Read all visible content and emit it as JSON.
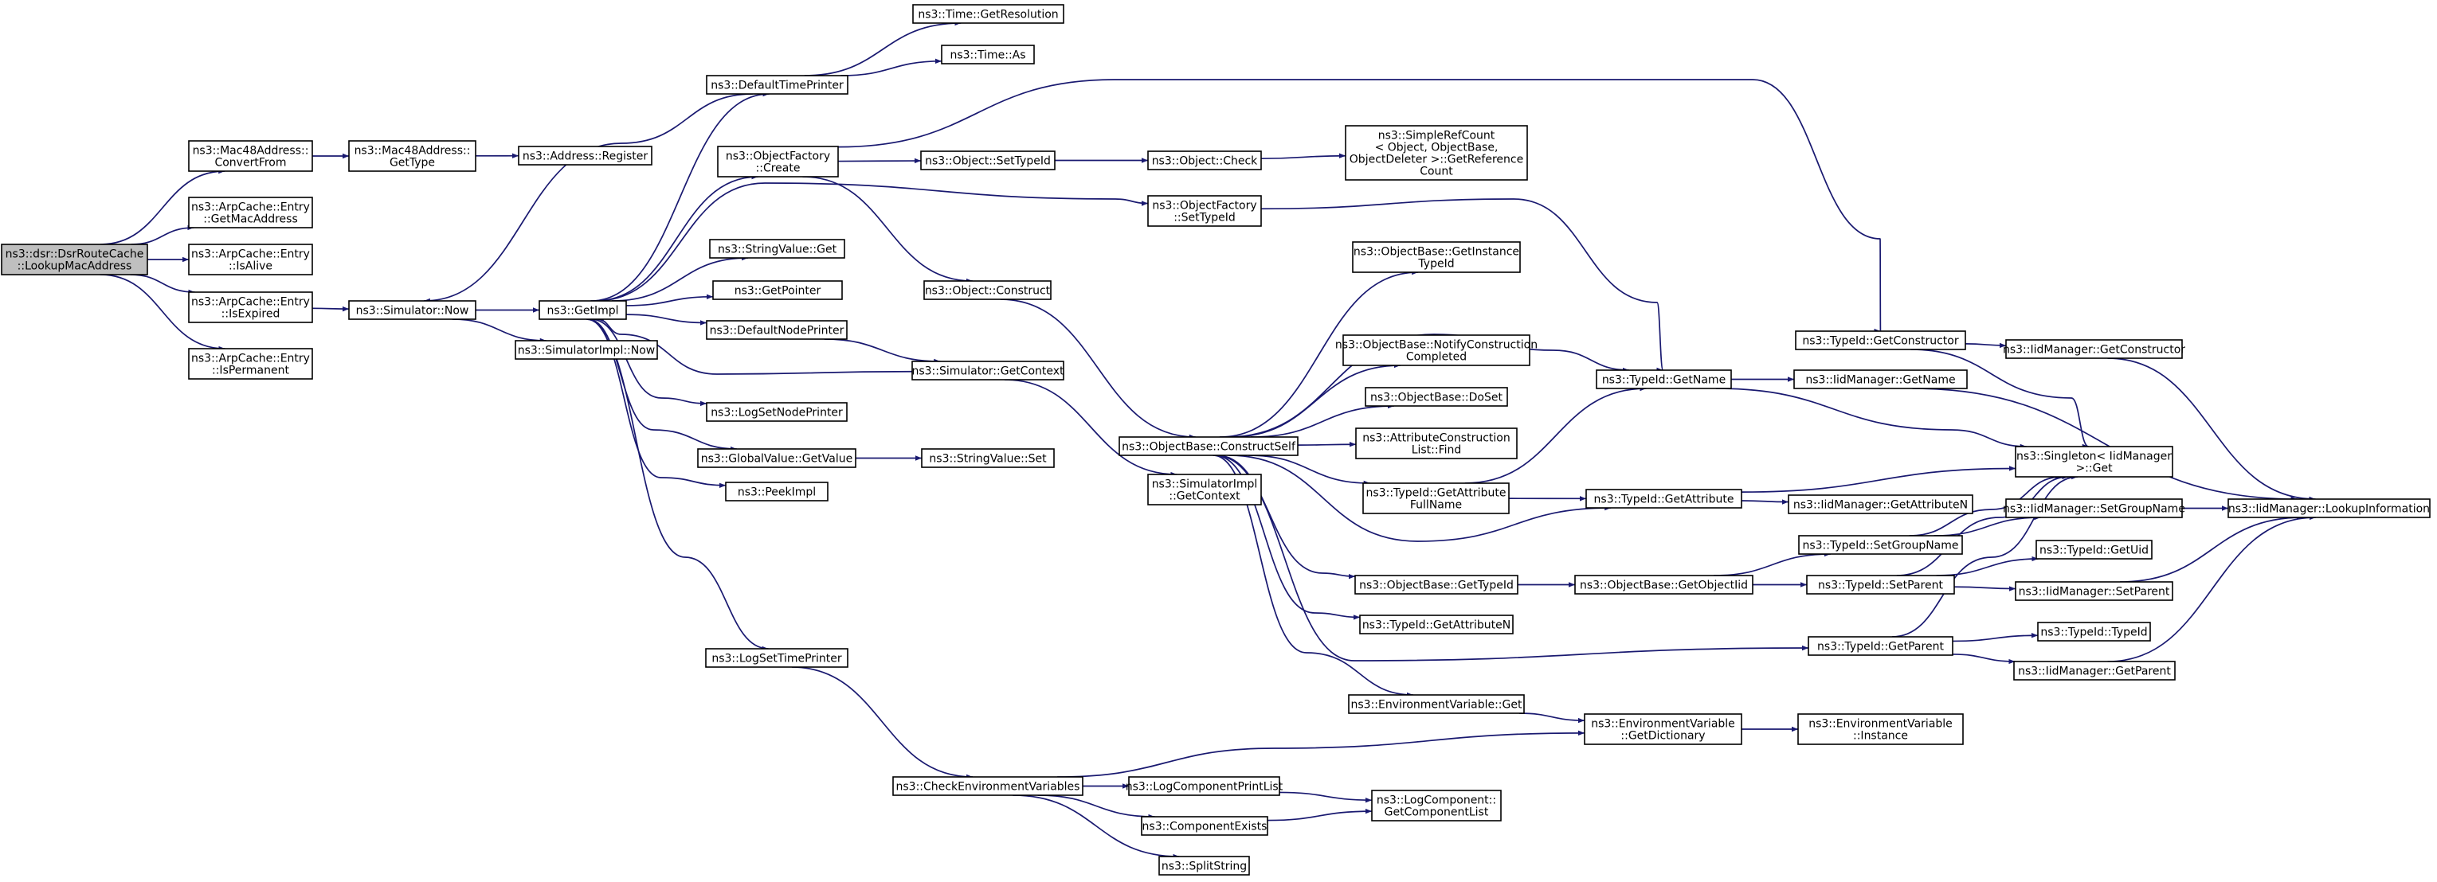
{
  "colors": {
    "edge": "#191970",
    "node_fill": "#ffffff",
    "root_fill": "#bfbfbf",
    "node_stroke": "#000000"
  },
  "nodes": [
    {
      "id": "root",
      "lines": [
        "ns3::dsr::DsrRouteCache",
        "::LookupMacAddress"
      ],
      "root": true
    },
    {
      "id": "mac48conv",
      "lines": [
        "ns3::Mac48Address::",
        "ConvertFrom"
      ]
    },
    {
      "id": "arp_getmac",
      "lines": [
        "ns3::ArpCache::Entry",
        "::GetMacAddress"
      ]
    },
    {
      "id": "arp_isalive",
      "lines": [
        "ns3::ArpCache::Entry",
        "::IsAlive"
      ]
    },
    {
      "id": "arp_isexpired",
      "lines": [
        "ns3::ArpCache::Entry",
        "::IsExpired"
      ]
    },
    {
      "id": "arp_isperm",
      "lines": [
        "ns3::ArpCache::Entry",
        "::IsPermanent"
      ]
    },
    {
      "id": "mac48type",
      "lines": [
        "ns3::Mac48Address::",
        "GetType"
      ]
    },
    {
      "id": "addr_reg",
      "lines": [
        "ns3::Address::Register"
      ]
    },
    {
      "id": "sim_now",
      "lines": [
        "ns3::Simulator::Now"
      ]
    },
    {
      "id": "getimpl",
      "lines": [
        "ns3::GetImpl"
      ]
    },
    {
      "id": "simimpl_now",
      "lines": [
        "ns3::SimulatorImpl::Now"
      ]
    },
    {
      "id": "deftimeprinter",
      "lines": [
        "ns3::DefaultTimePrinter"
      ]
    },
    {
      "id": "time_getres",
      "lines": [
        "ns3::Time::GetResolution"
      ]
    },
    {
      "id": "time_as",
      "lines": [
        "ns3::Time::As"
      ]
    },
    {
      "id": "objfact_create",
      "lines": [
        "ns3::ObjectFactory",
        "::Create"
      ]
    },
    {
      "id": "strval_get",
      "lines": [
        "ns3::StringValue::Get"
      ]
    },
    {
      "id": "getpointer",
      "lines": [
        "ns3::GetPointer"
      ]
    },
    {
      "id": "defnodeprinter",
      "lines": [
        "ns3::DefaultNodePrinter"
      ]
    },
    {
      "id": "logsetnode",
      "lines": [
        "ns3::LogSetNodePrinter"
      ]
    },
    {
      "id": "globalval_get",
      "lines": [
        "ns3::GlobalValue::GetValue"
      ]
    },
    {
      "id": "peekimpl",
      "lines": [
        "ns3::PeekImpl"
      ]
    },
    {
      "id": "logsettime",
      "lines": [
        "ns3::LogSetTimePrinter"
      ]
    },
    {
      "id": "obj_settid",
      "lines": [
        "ns3::Object::SetTypeId"
      ]
    },
    {
      "id": "obj_check",
      "lines": [
        "ns3::Object::Check"
      ]
    },
    {
      "id": "simplerefcount",
      "lines": [
        "ns3::SimpleRefCount",
        "< Object, ObjectBase,",
        "ObjectDeleter >::GetReference",
        "Count"
      ]
    },
    {
      "id": "objfact_settid",
      "lines": [
        "ns3::ObjectFactory",
        "::SetTypeId"
      ]
    },
    {
      "id": "obj_construct",
      "lines": [
        "ns3::Object::Construct"
      ]
    },
    {
      "id": "sim_getctx",
      "lines": [
        "ns3::Simulator::GetContext"
      ]
    },
    {
      "id": "strval_set",
      "lines": [
        "ns3::StringValue::Set"
      ]
    },
    {
      "id": "simimpl_getctx",
      "lines": [
        "ns3::SimulatorImpl",
        "::GetContext"
      ]
    },
    {
      "id": "checkenv",
      "lines": [
        "ns3::CheckEnvironmentVariables"
      ]
    },
    {
      "id": "logcompprint",
      "lines": [
        "ns3::LogComponentPrintList"
      ]
    },
    {
      "id": "compexists",
      "lines": [
        "ns3::ComponentExists"
      ]
    },
    {
      "id": "splitstring",
      "lines": [
        "ns3::SplitString"
      ]
    },
    {
      "id": "constructself",
      "lines": [
        "ns3::ObjectBase::ConstructSelf"
      ]
    },
    {
      "id": "getinstancetid",
      "lines": [
        "ns3::ObjectBase::GetInstance",
        "TypeId"
      ]
    },
    {
      "id": "notifyconstr",
      "lines": [
        "ns3::ObjectBase::NotifyConstruction",
        "Completed"
      ]
    },
    {
      "id": "doset",
      "lines": [
        "ns3::ObjectBase::DoSet"
      ]
    },
    {
      "id": "attrconstrfind",
      "lines": [
        "ns3::AttributeConstruction",
        "List::Find"
      ]
    },
    {
      "id": "tid_getattrfull",
      "lines": [
        "ns3::TypeId::GetAttribute",
        "FullName"
      ]
    },
    {
      "id": "ob_gettid",
      "lines": [
        "ns3::ObjectBase::GetTypeId"
      ]
    },
    {
      "id": "tid_getattrn",
      "lines": [
        "ns3::TypeId::GetAttributeN"
      ]
    },
    {
      "id": "envvar_get",
      "lines": [
        "ns3::EnvironmentVariable::Get"
      ]
    },
    {
      "id": "logcomp_getlist",
      "lines": [
        "ns3::LogComponent::",
        "GetComponentList"
      ]
    },
    {
      "id": "tid_getname",
      "lines": [
        "ns3::TypeId::GetName"
      ]
    },
    {
      "id": "tid_getattr",
      "lines": [
        "ns3::TypeId::GetAttribute"
      ]
    },
    {
      "id": "ob_getobjtid",
      "lines": [
        "ns3::ObjectBase::GetObjectIid"
      ]
    },
    {
      "id": "envvar_getdict",
      "lines": [
        "ns3::EnvironmentVariable",
        "::GetDictionary"
      ]
    },
    {
      "id": "tid_getctor",
      "lines": [
        "ns3::TypeId::GetConstructor"
      ]
    },
    {
      "id": "iid_getname",
      "lines": [
        "ns3::IidManager::GetName"
      ]
    },
    {
      "id": "iid_getattrn",
      "lines": [
        "ns3::IidManager::GetAttributeN"
      ]
    },
    {
      "id": "tid_setgroup",
      "lines": [
        "ns3::TypeId::SetGroupName"
      ]
    },
    {
      "id": "tid_setparent",
      "lines": [
        "ns3::TypeId::SetParent"
      ]
    },
    {
      "id": "tid_getparent",
      "lines": [
        "ns3::TypeId::GetParent"
      ]
    },
    {
      "id": "envvar_inst",
      "lines": [
        "ns3::EnvironmentVariable",
        "::Instance"
      ]
    },
    {
      "id": "iid_getctor",
      "lines": [
        "ns3::IidManager::GetConstructor"
      ]
    },
    {
      "id": "singleton_get",
      "lines": [
        "ns3::Singleton< IidManager",
        ">::Get"
      ]
    },
    {
      "id": "iid_setgroup",
      "lines": [
        "ns3::IidManager::SetGroupName"
      ]
    },
    {
      "id": "tid_getuid",
      "lines": [
        "ns3::TypeId::GetUid"
      ]
    },
    {
      "id": "iid_setparent",
      "lines": [
        "ns3::IidManager::SetParent"
      ]
    },
    {
      "id": "tid_tid",
      "lines": [
        "ns3::TypeId::TypeId"
      ]
    },
    {
      "id": "iid_getparent",
      "lines": [
        "ns3::IidManager::GetParent"
      ]
    },
    {
      "id": "iid_lookup",
      "lines": [
        "ns3::IidManager::LookupInformation"
      ]
    }
  ],
  "edges": [
    [
      "root",
      "mac48conv"
    ],
    [
      "root",
      "arp_getmac"
    ],
    [
      "root",
      "arp_isalive"
    ],
    [
      "root",
      "arp_isexpired"
    ],
    [
      "root",
      "arp_isperm"
    ],
    [
      "mac48conv",
      "mac48type"
    ],
    [
      "mac48type",
      "addr_reg"
    ],
    [
      "arp_isexpired",
      "sim_now"
    ],
    [
      "sim_now",
      "getimpl"
    ],
    [
      "sim_now",
      "simimpl_now"
    ],
    [
      "getimpl",
      "deftimeprinter"
    ],
    [
      "getimpl",
      "objfact_create"
    ],
    [
      "getimpl",
      "objfact_settid"
    ],
    [
      "getimpl",
      "strval_get"
    ],
    [
      "getimpl",
      "getpointer"
    ],
    [
      "getimpl",
      "defnodeprinter"
    ],
    [
      "getimpl",
      "logsetnode"
    ],
    [
      "getimpl",
      "globalval_get"
    ],
    [
      "getimpl",
      "peekimpl"
    ],
    [
      "getimpl",
      "logsettime"
    ],
    [
      "deftimeprinter",
      "time_getres"
    ],
    [
      "deftimeprinter",
      "time_as"
    ],
    [
      "deftimeprinter",
      "sim_now"
    ],
    [
      "objfact_create",
      "obj_settid"
    ],
    [
      "objfact_create",
      "obj_construct"
    ],
    [
      "objfact_create",
      "tid_getctor"
    ],
    [
      "obj_settid",
      "obj_check"
    ],
    [
      "obj_check",
      "simplerefcount"
    ],
    [
      "objfact_settid",
      "tid_getname"
    ],
    [
      "obj_construct",
      "constructself"
    ],
    [
      "defnodeprinter",
      "sim_getctx"
    ],
    [
      "sim_getctx",
      "getimpl"
    ],
    [
      "sim_getctx",
      "simimpl_getctx"
    ],
    [
      "globalval_get",
      "strval_set"
    ],
    [
      "logsettime",
      "checkenv"
    ],
    [
      "checkenv",
      "envvar_getdict"
    ],
    [
      "checkenv",
      "logcompprint"
    ],
    [
      "checkenv",
      "compexists"
    ],
    [
      "checkenv",
      "splitstring"
    ],
    [
      "logcompprint",
      "logcomp_getlist"
    ],
    [
      "compexists",
      "logcomp_getlist"
    ],
    [
      "constructself",
      "getinstancetid"
    ],
    [
      "constructself",
      "notifyconstr"
    ],
    [
      "constructself",
      "doset"
    ],
    [
      "constructself",
      "attrconstrfind"
    ],
    [
      "constructself",
      "tid_getattrfull"
    ],
    [
      "constructself",
      "ob_gettid"
    ],
    [
      "constructself",
      "tid_getattrn"
    ],
    [
      "constructself",
      "envvar_get"
    ],
    [
      "constructself",
      "tid_getname"
    ],
    [
      "constructself",
      "tid_getattr"
    ],
    [
      "constructself",
      "tid_getparent"
    ],
    [
      "tid_getattrfull",
      "tid_getname"
    ],
    [
      "tid_getattrfull",
      "tid_getattr"
    ],
    [
      "ob_gettid",
      "ob_getobjtid"
    ],
    [
      "ob_getobjtid",
      "tid_setgroup"
    ],
    [
      "ob_getobjtid",
      "tid_setparent"
    ],
    [
      "envvar_get",
      "envvar_getdict"
    ],
    [
      "envvar_getdict",
      "envvar_inst"
    ],
    [
      "tid_getname",
      "iid_getname"
    ],
    [
      "tid_getname",
      "singleton_get"
    ],
    [
      "tid_getattr",
      "iid_getattrn"
    ],
    [
      "tid_getattr",
      "singleton_get"
    ],
    [
      "tid_getctor",
      "iid_getctor"
    ],
    [
      "tid_getctor",
      "singleton_get"
    ],
    [
      "tid_setgroup",
      "iid_setgroup"
    ],
    [
      "tid_setgroup",
      "singleton_get"
    ],
    [
      "tid_setparent",
      "tid_getuid"
    ],
    [
      "tid_setparent",
      "iid_setparent"
    ],
    [
      "tid_setparent",
      "singleton_get"
    ],
    [
      "tid_getparent",
      "tid_tid"
    ],
    [
      "tid_getparent",
      "iid_getparent"
    ],
    [
      "tid_getparent",
      "singleton_get"
    ],
    [
      "iid_getctor",
      "iid_lookup"
    ],
    [
      "iid_getname",
      "iid_lookup"
    ],
    [
      "iid_setgroup",
      "iid_lookup"
    ],
    [
      "iid_setparent",
      "iid_lookup"
    ],
    [
      "iid_getparent",
      "iid_lookup"
    ]
  ]
}
